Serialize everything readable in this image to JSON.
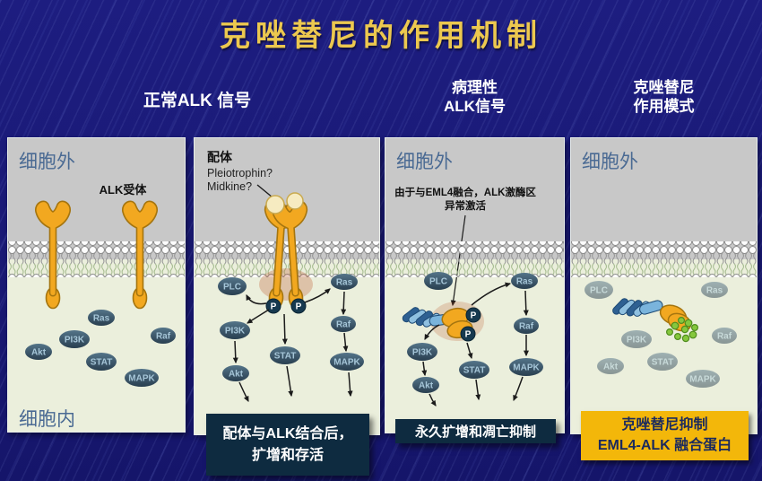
{
  "title": "克唑替尼的作用机制",
  "headers": {
    "normal": "正常ALK 信号",
    "pathological_line1": "病理性",
    "pathological_line2": "ALK信号",
    "crizotinib_line1": "克唑替尼",
    "crizotinib_line2": "作用模式"
  },
  "panel_normal": {
    "extracellular": "细胞外",
    "intracellular": "细胞内",
    "receptor_label": "ALK受体",
    "proteins": {
      "ras": "Ras",
      "pi3k": "PI3K",
      "akt": "Akt",
      "raf": "Raf",
      "stat": "STAT",
      "mapk": "MAPK"
    }
  },
  "panel_ligand": {
    "ligand_label": "配体",
    "ligand_candidate1": "Pleiotrophin?",
    "ligand_candidate2": "Midkine?",
    "phospho": "P",
    "proteins": {
      "plc": "PLC",
      "ras": "Ras",
      "pi3k": "PI3K",
      "akt": "Akt",
      "stat": "STAT",
      "raf": "Raf",
      "mapk": "MAPK"
    },
    "caption_line1": "配体与ALK结合后，",
    "caption_line2": "扩增和存活"
  },
  "panel_pathological": {
    "extracellular": "细胞外",
    "note_line1": "由于与EML4融合，ALK激酶区",
    "note_line2": "异常激活",
    "phospho": "P",
    "proteins": {
      "plc": "PLC",
      "ras": "Ras",
      "pi3k": "PI3K",
      "akt": "Akt",
      "stat": "STAT",
      "raf": "Raf",
      "mapk": "MAPK"
    },
    "caption": "永久扩增和凋亡抑制"
  },
  "panel_crizotinib": {
    "extracellular": "细胞外",
    "proteins": {
      "plc": "PLC",
      "ras": "Ras",
      "pi3k": "PI3K",
      "akt": "Akt",
      "stat": "STAT",
      "raf": "Raf",
      "mapk": "MAPK"
    },
    "caption_line1": "克唑替尼抑制",
    "caption_line2": "EML4-ALK 融合蛋白"
  },
  "colors": {
    "background": "#1c1c7a",
    "title": "#ecc84f",
    "extracellular_fill": "#c8c8c8",
    "intracellular_fill": "#ebefdc",
    "receptor_orange": "#f2a820",
    "node_slate": "#3b5a6e",
    "dark_caption": "#0e2b40",
    "yellow_caption": "#f3b70a",
    "drug_green": "#85c73d"
  }
}
